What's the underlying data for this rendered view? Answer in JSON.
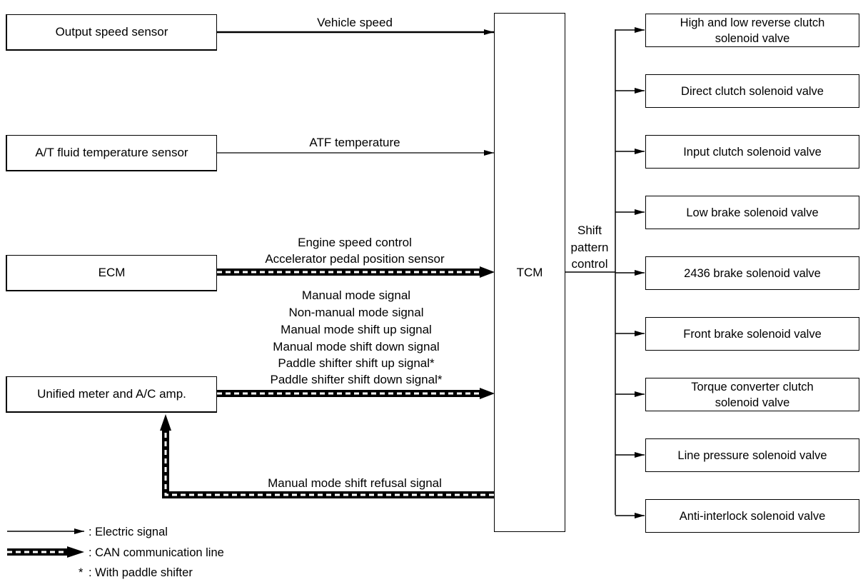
{
  "inputs": {
    "output_speed_sensor": "Output speed sensor",
    "at_fluid_temp_sensor": "A/T fluid temperature sensor",
    "ecm": "ECM",
    "unified_meter": "Unified meter and A/C amp."
  },
  "signals": {
    "vehicle_speed": "Vehicle speed",
    "atf_temperature": "ATF temperature",
    "ecm_lines": [
      "Engine speed control",
      "Accelerator pedal position sensor"
    ],
    "meter_lines": [
      "Manual mode signal",
      "Non-manual mode signal",
      "Manual mode shift up signal",
      "Manual mode shift down signal",
      "Paddle shifter shift up signal*",
      "Paddle shifter shift down signal*"
    ],
    "refusal": "Manual mode shift refusal signal"
  },
  "tcm": "TCM",
  "shift_pattern_control": [
    "Shift",
    "pattern",
    "control"
  ],
  "outputs": [
    "High and low reverse clutch\nsolenoid valve",
    "Direct clutch solenoid valve",
    "Input clutch solenoid valve",
    "Low brake solenoid valve",
    "2436 brake solenoid valve",
    "Front brake solenoid valve",
    "Torque converter clutch\nsolenoid valve",
    "Line pressure solenoid valve",
    "Anti-interlock solenoid valve"
  ],
  "legend": {
    "electric": ": Electric signal",
    "can": ": CAN communication line",
    "paddle_marker": "*",
    "paddle": ": With paddle shifter"
  }
}
